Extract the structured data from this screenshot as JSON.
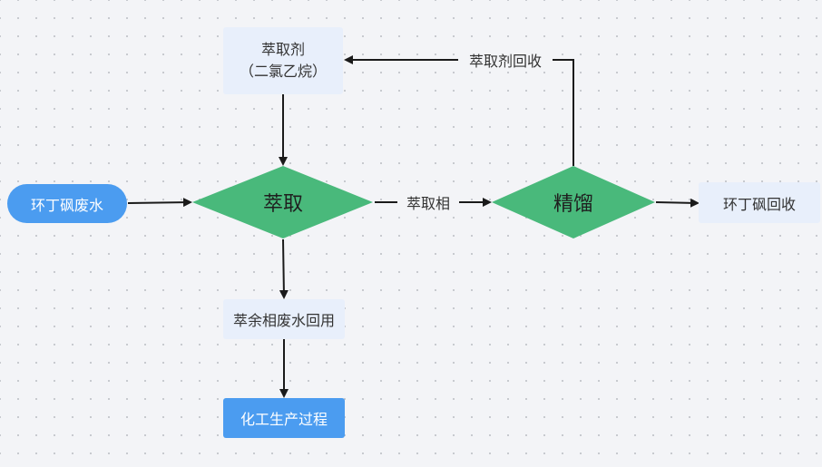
{
  "nodes": {
    "extractant": {
      "line1": "萃取剂",
      "line2": "（二氯乙烷）"
    },
    "wastewater": {
      "label": "环丁砜废水"
    },
    "extraction": {
      "label": "萃取"
    },
    "rectification": {
      "label": "精馏"
    },
    "sulfolane_recovery": {
      "label": "环丁砜回收"
    },
    "raffinate_reuse": {
      "label": "萃余相废水回用"
    },
    "chemical_process": {
      "label": "化工生产过程"
    }
  },
  "edges": {
    "extract_phase": {
      "label": "萃取相"
    },
    "extractant_recovery": {
      "label": "萃取剂回收"
    }
  },
  "colors": {
    "diamond": "#49b97b",
    "node_blue": "#4b9cf0",
    "node_light": "#e8effb",
    "line": "#1a1a1a",
    "background": "#f3f4f7"
  }
}
